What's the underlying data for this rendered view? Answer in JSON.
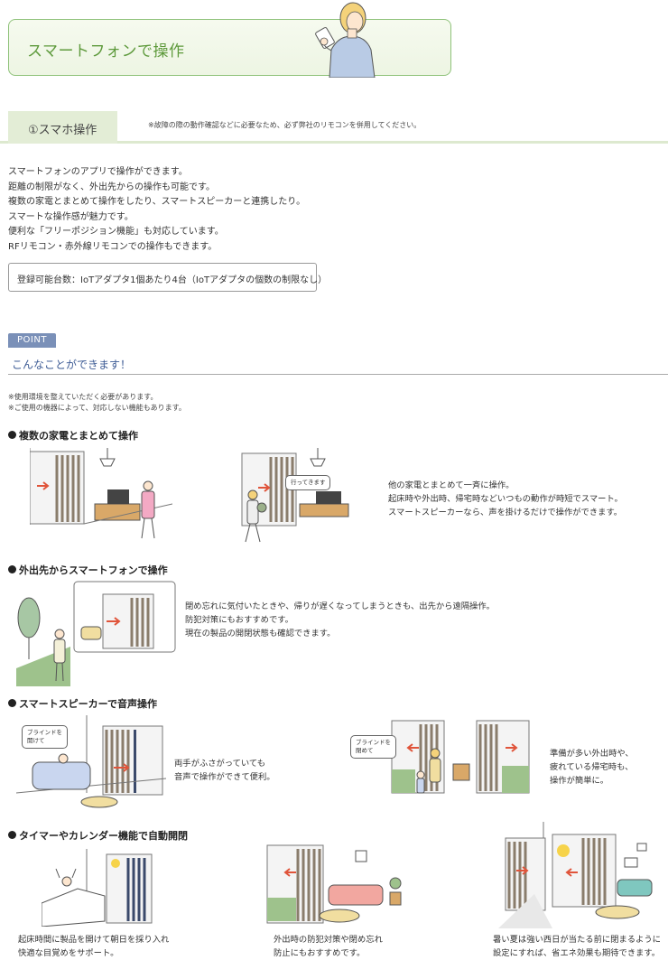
{
  "banner": {
    "title": "スマートフォンで操作"
  },
  "section": {
    "tab_label": "①スマホ操作",
    "note": "※故障の際の動作確認などに必要なため、必ず弊社のリモコンを併用してください。"
  },
  "intro": {
    "lines": [
      "スマートフォンのアプリで操作ができます。",
      "距離の制限がなく、外出先からの操作も可能です。",
      "複数の家電とまとめて操作をしたり、スマートスピーカーと連携したり。",
      "スマートな操作感が魅力です。",
      "便利な「フリーポジション機能」も対応しています。",
      "RFリモコン・赤外線リモコンでの操作もできます。"
    ]
  },
  "count_box": {
    "text": "登録可能台数：IoTアダプタ1個あたり4台（IoTアダプタの個数の制限なし）"
  },
  "point": {
    "tag": "POINT",
    "title": "こんなことができます！",
    "notes": [
      "※使用環境を整えていただく必要があります。",
      "※ご使用の機器によって、対応しない機能もあります。"
    ]
  },
  "features": [
    {
      "title": "複数の家電とまとめて操作",
      "bubble": "行ってきます",
      "desc": [
        "他の家電とまとめて一斉に操作。",
        "起床時や外出時、帰宅時などいつもの動作が時短でスマート。",
        "スマートスピーカーなら、声を掛けるだけで操作ができます。"
      ]
    },
    {
      "title": "外出先からスマートフォンで操作",
      "desc": [
        "閉め忘れに気付いたときや、帰りが遅くなってしまうときも、出先から遠隔操作。",
        "防犯対策にもおすすめです。",
        "現在の製品の開閉状態も確認できます。"
      ]
    },
    {
      "title": "スマートスピーカーで音声操作",
      "bubble_a": [
        "ブラインドを",
        "開けて"
      ],
      "desc_a": [
        "両手がふさがっていても",
        "音声で操作ができて便利。"
      ],
      "bubble_b": [
        "ブラインドを",
        "閉めて"
      ],
      "desc_b": [
        "準備が多い外出時や、",
        "疲れている帰宅時も、",
        "操作が簡単に。"
      ]
    },
    {
      "title": "タイマーやカレンダー機能で自動開閉",
      "captions": [
        [
          "起床時間に製品を開けて朝日を採り入れ",
          "快適な目覚めをサポート。"
        ],
        [
          "外出時の防犯対策や閉め忘れ",
          "防止にもおすすめです。"
        ],
        [
          "暑い夏は強い西日が当たる前に閉まるように",
          "設定にすれば、省エネ効果も期待できます。"
        ]
      ]
    }
  ],
  "colors": {
    "green": "#8fc27a",
    "green_text": "#5e9a3c",
    "point_blue": "#7a90b8",
    "title_blue": "#3e5c95",
    "arrow_red": "#e0543a"
  }
}
